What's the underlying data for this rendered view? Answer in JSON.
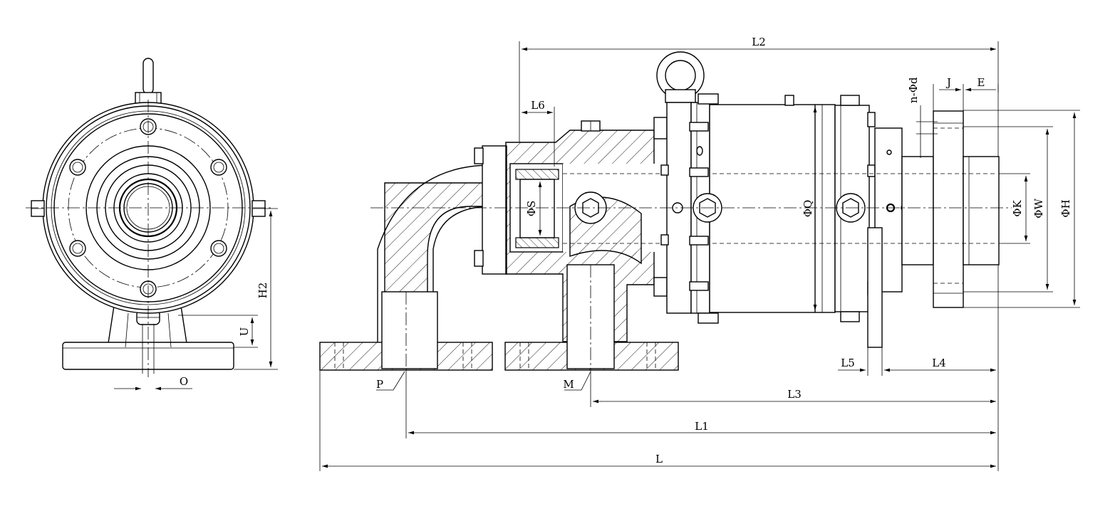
{
  "labels": {
    "L2": "L2",
    "L6": "L6",
    "nd": "n-Φd",
    "J": "J",
    "E": "E",
    "S": "ΦS",
    "Q": "ΦQ",
    "K": "ΦK",
    "W": "ΦW",
    "H": "ΦH",
    "H2": "H2",
    "U": "U",
    "O": "O",
    "P": "P",
    "M": "M",
    "L5": "L5",
    "L4": "L4",
    "L3": "L3",
    "L1": "L1",
    "L": "L"
  }
}
